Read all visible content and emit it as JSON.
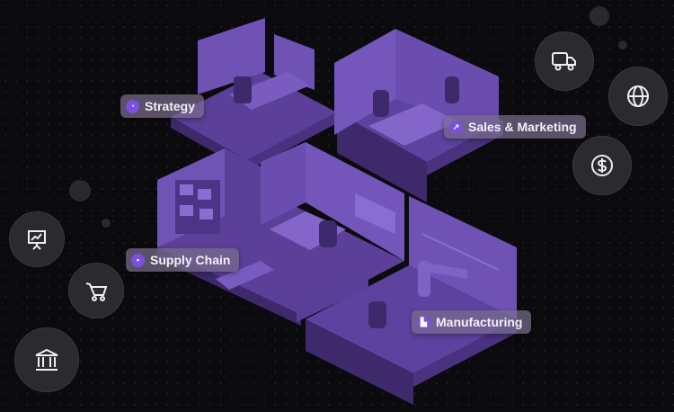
{
  "labels": {
    "strategy": "Strategy",
    "sales_marketing": "Sales & Marketing",
    "supply_chain": "Supply Chain",
    "manufacturing": "Manufacturing"
  },
  "icons": [
    "truck-icon",
    "globe-icon",
    "dollar-icon",
    "presentation-chart-icon",
    "cart-icon",
    "bank-icon"
  ],
  "colors": {
    "background": "#0b0a0d",
    "accent": "#7b4fe0",
    "room": "#6a4cab"
  }
}
